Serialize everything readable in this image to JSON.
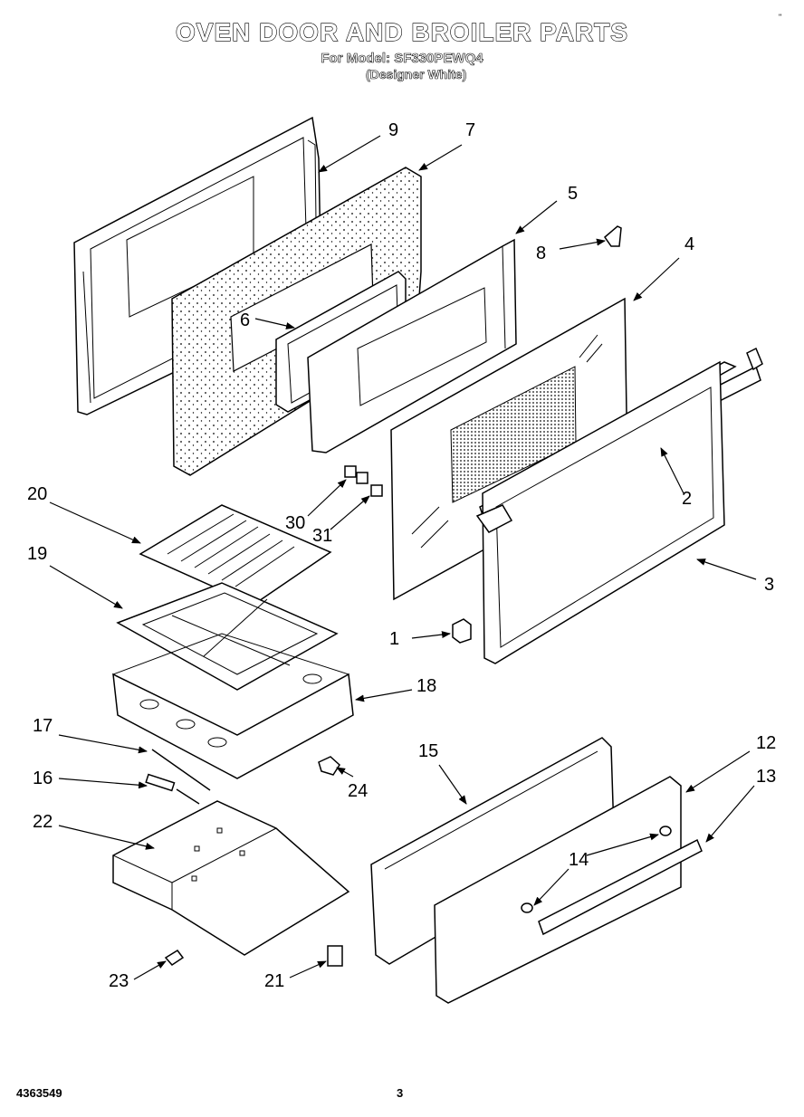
{
  "header": {
    "title": "OVEN DOOR AND BROILER PARTS",
    "model_line": "For Model: SF330PEWQ4",
    "model_sub": "(Designer White)"
  },
  "footer": {
    "doc_number": "4363549",
    "page_number": "3",
    "corner_mark": "\""
  },
  "callouts": {
    "p1": "1",
    "p2": "2",
    "p3": "3",
    "p4": "4",
    "p5": "5",
    "p6": "6",
    "p7": "7",
    "p8": "8",
    "p9": "9",
    "p12": "12",
    "p13": "13",
    "p14": "14",
    "p15": "15",
    "p16": "16",
    "p17": "17",
    "p18": "18",
    "p19": "19",
    "p20": "20",
    "p21": "21",
    "p22": "22",
    "p23": "23",
    "p24": "24",
    "p30": "30",
    "p31": "31"
  },
  "colors": {
    "ink": "#000000",
    "paper": "#ffffff"
  }
}
